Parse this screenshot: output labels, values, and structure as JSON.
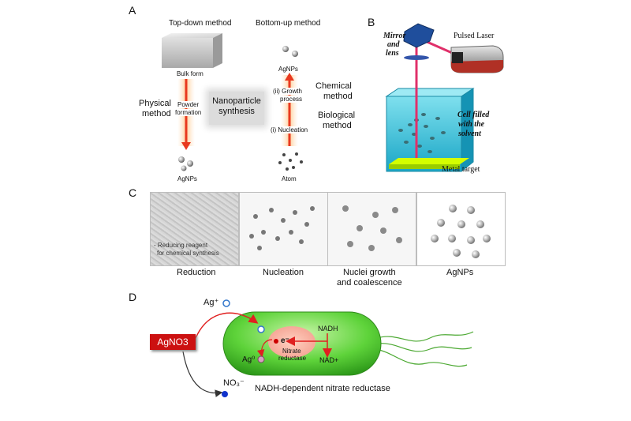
{
  "panels": {
    "a": "A",
    "b": "B",
    "c": "C",
    "d": "D"
  },
  "panel_a": {
    "top_down": "Top-down method",
    "bottom_up": "Bottom-up method",
    "bulk_form": "Bulk form",
    "powder_formation_1": "Powder",
    "powder_formation_2": "formation",
    "physical_1": "Physical",
    "physical_2": "method",
    "synthesis_1": "Nanoparticle",
    "synthesis_2": "synthesis",
    "agnps_left": "AgNPs",
    "agnps_right": "AgNPs",
    "growth_1": "(ii) Growth",
    "growth_2": "process",
    "nucleation": "(i) Nucleation",
    "chemical_1": "Chemical",
    "chemical_2": "method",
    "biological_1": "Biological",
    "biological_2": "method",
    "atom": "Atom",
    "colors": {
      "arrow": "#e8391f",
      "arrow_glow": "#ffd9b8"
    }
  },
  "panel_b": {
    "mirror_1": "Mirror",
    "mirror_2": "and",
    "mirror_3": "lens",
    "pulsed_laser": "Pulsed Laser",
    "cell_1": "Cell filled",
    "cell_2": "with the",
    "cell_3": "solvent",
    "metal_target": "Metal target",
    "colors": {
      "solvent": "#2bbfd9",
      "beam": "#e0306a",
      "laser_body": "#b8b8b8",
      "laser_red": "#c0392b",
      "mirror": "#1f4e9c",
      "target": "#d4ff00"
    }
  },
  "panel_c": {
    "reduction_note_1": "- Reducing reagent",
    "reduction_note_2": "for chemical synthesis",
    "captions": [
      {
        "line1": "Reduction",
        "line2": ""
      },
      {
        "line1": "Nucleation",
        "line2": ""
      },
      {
        "line1": "Nuclei growth",
        "line2": "and coalescence"
      },
      {
        "line1": "AgNPs",
        "line2": ""
      }
    ]
  },
  "panel_d": {
    "agno3": "AgNO3",
    "ag_plus": "Ag⁺",
    "no3": "NO₃⁻",
    "ag0": "Ag⁰",
    "electron": "e⁻",
    "nitrate_reductase_1": "Nitrate",
    "nitrate_reductase_2": "reductase",
    "nadh": "NADH",
    "nad_plus": "NAD+",
    "caption": "NADH-dependent nitrate reductase",
    "colors": {
      "cell": "#5ed33a",
      "agno3": "#cc1111",
      "arrow": "#e02020",
      "no3_dot": "#1133cc"
    }
  }
}
